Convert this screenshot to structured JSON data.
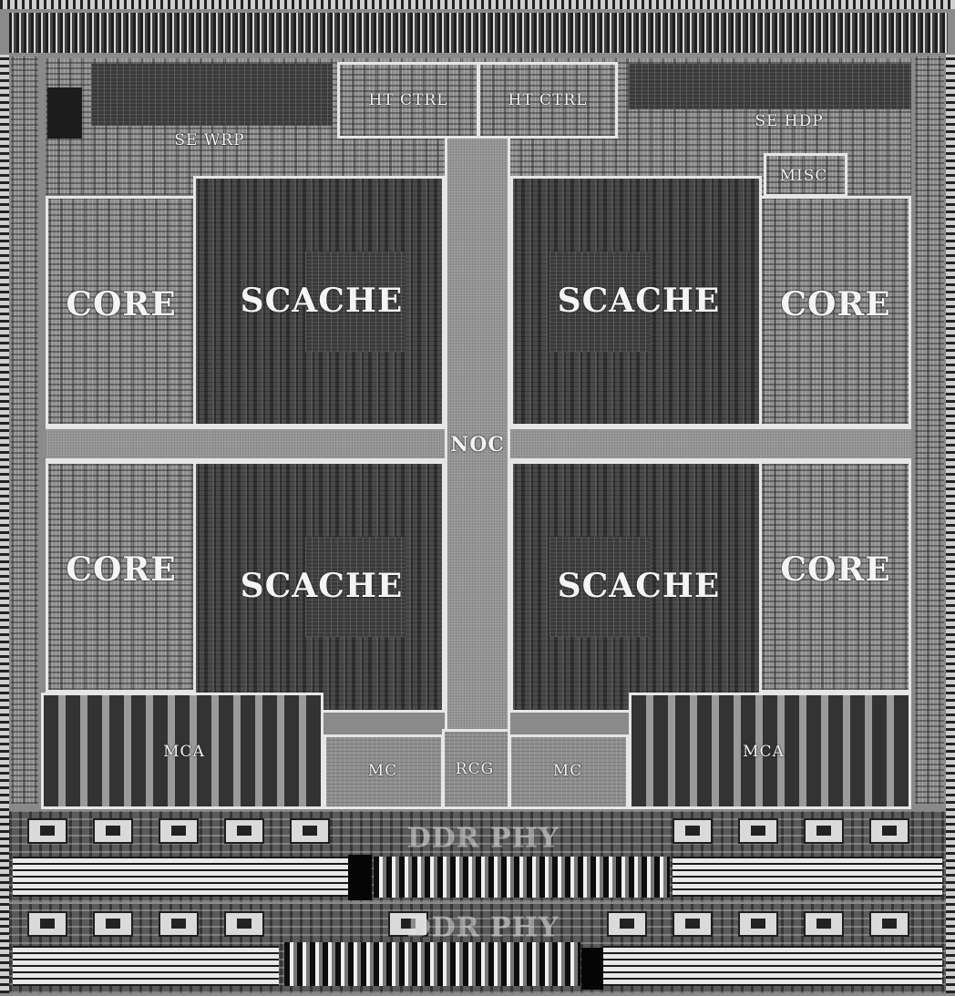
{
  "labels": {
    "ht_ctrl_left": "HT CTRL",
    "ht_ctrl_right": "HT CTRL",
    "se_wrp": "SE WRP",
    "se_hdp": "SE HDP",
    "misc": "MISC",
    "core_top_left": "CORE",
    "core_top_right": "CORE",
    "core_bottom_left": "CORE",
    "core_bottom_right": "CORE",
    "scache_top_left": "SCACHE",
    "scache_top_right": "SCACHE",
    "scache_bottom_left": "SCACHE",
    "scache_bottom_right": "SCACHE",
    "noc": "NOC",
    "mca_left": "MCA",
    "mca_right": "MCA",
    "mc_left": "MC",
    "mc_right": "MC",
    "rcg": "RCG",
    "ddr_phy_top": "DDR PHY",
    "ddr_phy_bottom": "DDR PHY"
  },
  "colors": {
    "background": "#8a8a8a",
    "block_outline": "#e6e6e6",
    "label_text": "#f4f4f4",
    "cache_array": "#4a4a4a",
    "io_pads": "#1e1e1e"
  }
}
